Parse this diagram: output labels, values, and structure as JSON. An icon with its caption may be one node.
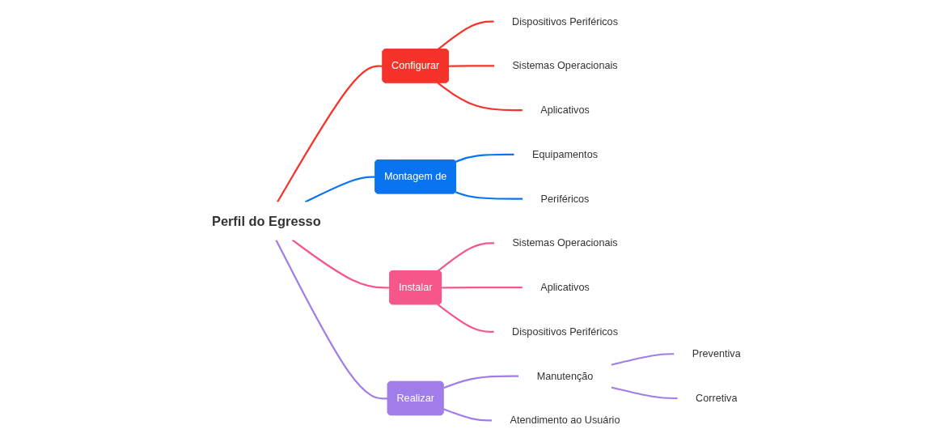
{
  "diagram": {
    "nodes": [
      {
        "text": [
          "Perfil do Egresso"
        ]
      },
      {
        "text": [
          "Configurar"
        ]
      },
      {
        "text": [
          "Dispositivos Periféricos"
        ]
      },
      {
        "text": [
          "Sistemas Operacionais"
        ]
      },
      {
        "text": [
          "Aplicativos"
        ]
      },
      {
        "text": [
          "Montagem de"
        ]
      },
      {
        "text": [
          "Equipamentos"
        ]
      },
      {
        "text": [
          "Periféricos"
        ]
      },
      {
        "text": [
          "Instalar"
        ]
      },
      {
        "text": [
          "Sistemas Operacionais"
        ]
      },
      {
        "text": [
          "Aplicativos"
        ]
      },
      {
        "text": [
          "Dispositivos Periféricos"
        ]
      },
      {
        "text": [
          "Realizar"
        ]
      },
      {
        "text": [
          "Manutenção"
        ]
      },
      {
        "text": [
          "Preventiva"
        ]
      },
      {
        "text": [
          "Corretiva"
        ]
      },
      {
        "text": [
          "Atendimento ao Usuário"
        ]
      }
    ],
    "edges": [
      {
        "from": 0,
        "to": 1,
        "arrow": "none",
        "color": "#f5332b"
      },
      {
        "from": 1,
        "to": 2,
        "arrow": "none",
        "color": "#f5332b"
      },
      {
        "from": 1,
        "to": 3,
        "arrow": "none",
        "color": "#f5332b"
      },
      {
        "from": 1,
        "to": 4,
        "arrow": "none",
        "color": "#f5332b"
      },
      {
        "from": 0,
        "to": 5,
        "arrow": "none",
        "color": "#0a74f0"
      },
      {
        "from": 5,
        "to": 6,
        "arrow": "none",
        "color": "#0a74f0"
      },
      {
        "from": 5,
        "to": 7,
        "arrow": "none",
        "color": "#0a74f0"
      },
      {
        "from": 0,
        "to": 8,
        "arrow": "none",
        "color": "#f5578a"
      },
      {
        "from": 8,
        "to": 9,
        "arrow": "none",
        "color": "#f5578a"
      },
      {
        "from": 8,
        "to": 10,
        "arrow": "none",
        "color": "#f5578a"
      },
      {
        "from": 8,
        "to": 11,
        "arrow": "none",
        "color": "#f5578a"
      },
      {
        "from": 0,
        "to": 12,
        "arrow": "none"
      },
      {
        "from": 12,
        "to": 13,
        "arrow": "none"
      },
      {
        "from": 13,
        "to": 14,
        "arrow": "none"
      },
      {
        "from": 13,
        "to": 15,
        "arrow": "none"
      },
      {
        "from": 12,
        "to": 16,
        "arrow": "none"
      }
    ]
  }
}
